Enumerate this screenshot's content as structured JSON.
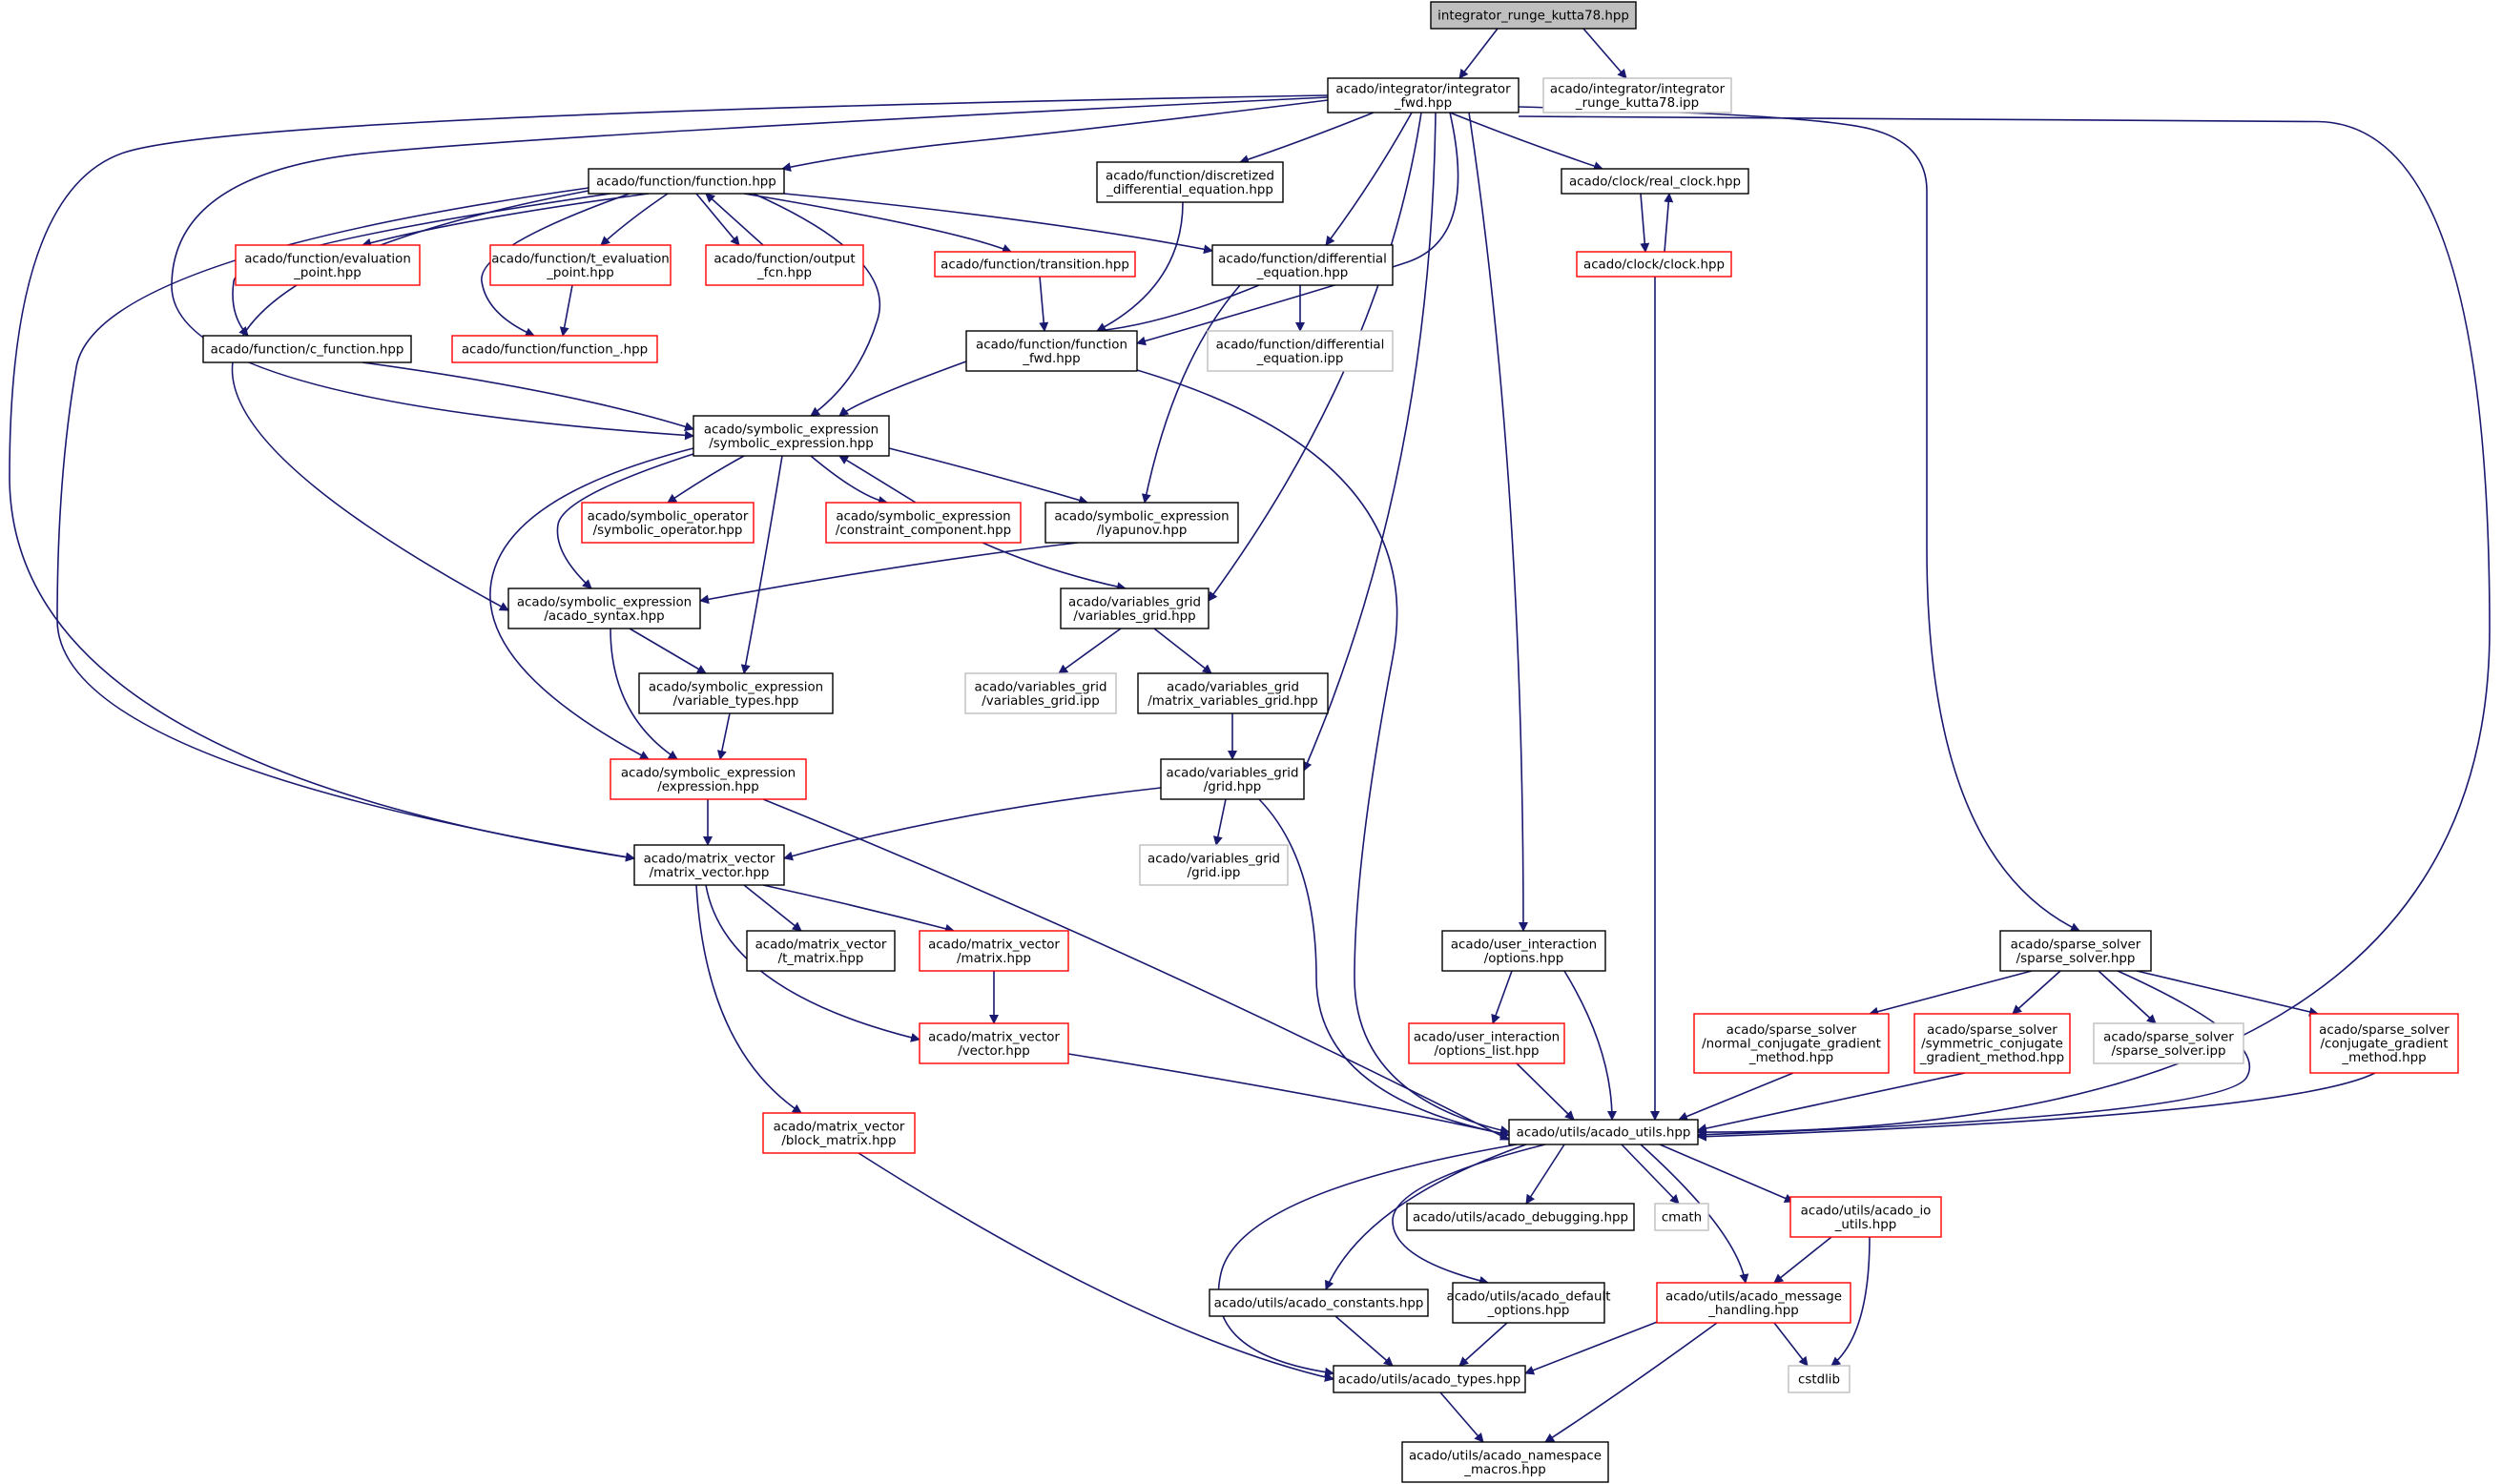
{
  "colors": {
    "edge": "#191970",
    "root_fill": "#bfbfbf",
    "black_border": "#000000",
    "red_border": "#ff0000",
    "gray_border": "#bfbfbf",
    "node_fill": "#ffffff"
  },
  "nodes": [
    {
      "id": "root",
      "lines": [
        "integrator_runge_kutta78.hpp"
      ],
      "style": "root"
    },
    {
      "id": "ifwd",
      "lines": [
        "acado/integrator/integrator",
        "_fwd.hpp"
      ],
      "style": "black"
    },
    {
      "id": "ipp78",
      "lines": [
        "acado/integrator/integrator",
        "_runge_kutta78.ipp"
      ],
      "style": "gray"
    },
    {
      "id": "func",
      "lines": [
        "acado/function/function.hpp"
      ],
      "style": "black"
    },
    {
      "id": "disc",
      "lines": [
        "acado/function/discretized",
        "_differential_equation.hpp"
      ],
      "style": "black"
    },
    {
      "id": "realclock",
      "lines": [
        "acado/clock/real_clock.hpp"
      ],
      "style": "black"
    },
    {
      "id": "clock",
      "lines": [
        "acado/clock/clock.hpp"
      ],
      "style": "red"
    },
    {
      "id": "evalpt",
      "lines": [
        "acado/function/evaluation",
        "_point.hpp"
      ],
      "style": "red"
    },
    {
      "id": "tevalpt",
      "lines": [
        "acado/function/t_evaluation",
        "_point.hpp"
      ],
      "style": "red"
    },
    {
      "id": "outfcn",
      "lines": [
        "acado/function/output",
        "_fcn.hpp"
      ],
      "style": "red"
    },
    {
      "id": "transition",
      "lines": [
        "acado/function/transition.hpp"
      ],
      "style": "red"
    },
    {
      "id": "diffeq",
      "lines": [
        "acado/function/differential",
        "_equation.hpp"
      ],
      "style": "black"
    },
    {
      "id": "funcunder",
      "lines": [
        "acado/function/function_.hpp"
      ],
      "style": "red"
    },
    {
      "id": "cfunc",
      "lines": [
        "acado/function/c_function.hpp"
      ],
      "style": "black"
    },
    {
      "id": "funcfwd",
      "lines": [
        "acado/function/function",
        "_fwd.hpp"
      ],
      "style": "black"
    },
    {
      "id": "diffipp",
      "lines": [
        "acado/function/differential",
        "_equation.ipp"
      ],
      "style": "gray"
    },
    {
      "id": "symexpr",
      "lines": [
        "acado/symbolic_expression",
        "/symbolic_expression.hpp"
      ],
      "style": "black"
    },
    {
      "id": "symop",
      "lines": [
        "acado/symbolic_operator",
        "/symbolic_operator.hpp"
      ],
      "style": "red"
    },
    {
      "id": "constr",
      "lines": [
        "acado/symbolic_expression",
        "/constraint_component.hpp"
      ],
      "style": "red"
    },
    {
      "id": "lyap",
      "lines": [
        "acado/symbolic_expression",
        "/lyapunov.hpp"
      ],
      "style": "black"
    },
    {
      "id": "syntax",
      "lines": [
        "acado/symbolic_expression",
        "/acado_syntax.hpp"
      ],
      "style": "black"
    },
    {
      "id": "vgrid",
      "lines": [
        "acado/variables_grid",
        "/variables_grid.hpp"
      ],
      "style": "black"
    },
    {
      "id": "vartypes",
      "lines": [
        "acado/symbolic_expression",
        "/variable_types.hpp"
      ],
      "style": "black"
    },
    {
      "id": "vgridipp",
      "lines": [
        "acado/variables_grid",
        "/variables_grid.ipp"
      ],
      "style": "gray"
    },
    {
      "id": "mvgrid",
      "lines": [
        "acado/variables_grid",
        "/matrix_variables_grid.hpp"
      ],
      "style": "black"
    },
    {
      "id": "expression",
      "lines": [
        "acado/symbolic_expression",
        "/expression.hpp"
      ],
      "style": "red"
    },
    {
      "id": "grid",
      "lines": [
        "acado/variables_grid",
        "/grid.hpp"
      ],
      "style": "black"
    },
    {
      "id": "mv",
      "lines": [
        "acado/matrix_vector",
        "/matrix_vector.hpp"
      ],
      "style": "black"
    },
    {
      "id": "gridipp",
      "lines": [
        "acado/variables_grid",
        "/grid.ipp"
      ],
      "style": "gray"
    },
    {
      "id": "tmatrix",
      "lines": [
        "acado/matrix_vector",
        "/t_matrix.hpp"
      ],
      "style": "black"
    },
    {
      "id": "matrix",
      "lines": [
        "acado/matrix_vector",
        "/matrix.hpp"
      ],
      "style": "red"
    },
    {
      "id": "options",
      "lines": [
        "acado/user_interaction",
        "/options.hpp"
      ],
      "style": "black"
    },
    {
      "id": "sparse",
      "lines": [
        "acado/sparse_solver",
        "/sparse_solver.hpp"
      ],
      "style": "black"
    },
    {
      "id": "vector",
      "lines": [
        "acado/matrix_vector",
        "/vector.hpp"
      ],
      "style": "red"
    },
    {
      "id": "optlist",
      "lines": [
        "acado/user_interaction",
        "/options_list.hpp"
      ],
      "style": "red"
    },
    {
      "id": "normcg",
      "lines": [
        "acado/sparse_solver",
        "/normal_conjugate_gradient",
        "_method.hpp"
      ],
      "style": "red"
    },
    {
      "id": "symcg",
      "lines": [
        "acado/sparse_solver",
        "/symmetric_conjugate",
        "_gradient_method.hpp"
      ],
      "style": "red"
    },
    {
      "id": "sparseipp",
      "lines": [
        "acado/sparse_solver",
        "/sparse_solver.ipp"
      ],
      "style": "gray"
    },
    {
      "id": "cg",
      "lines": [
        "acado/sparse_solver",
        "/conjugate_gradient",
        "_method.hpp"
      ],
      "style": "red"
    },
    {
      "id": "block",
      "lines": [
        "acado/matrix_vector",
        "/block_matrix.hpp"
      ],
      "style": "red"
    },
    {
      "id": "utils",
      "lines": [
        "acado/utils/acado_utils.hpp"
      ],
      "style": "black"
    },
    {
      "id": "debug",
      "lines": [
        "acado/utils/acado_debugging.hpp"
      ],
      "style": "black"
    },
    {
      "id": "cmath",
      "lines": [
        "cmath"
      ],
      "style": "gray"
    },
    {
      "id": "ioutils",
      "lines": [
        "acado/utils/acado_io",
        "_utils.hpp"
      ],
      "style": "red"
    },
    {
      "id": "constants",
      "lines": [
        "acado/utils/acado_constants.hpp"
      ],
      "style": "black"
    },
    {
      "id": "defopts",
      "lines": [
        "acado/utils/acado_default",
        "_options.hpp"
      ],
      "style": "black"
    },
    {
      "id": "msg",
      "lines": [
        "acado/utils/acado_message",
        "_handling.hpp"
      ],
      "style": "red"
    },
    {
      "id": "types",
      "lines": [
        "acado/utils/acado_types.hpp"
      ],
      "style": "black"
    },
    {
      "id": "cstdlib",
      "lines": [
        "cstdlib"
      ],
      "style": "gray"
    },
    {
      "id": "nsmacros",
      "lines": [
        "acado/utils/acado_namespace",
        "_macros.hpp"
      ],
      "style": "black"
    }
  ]
}
